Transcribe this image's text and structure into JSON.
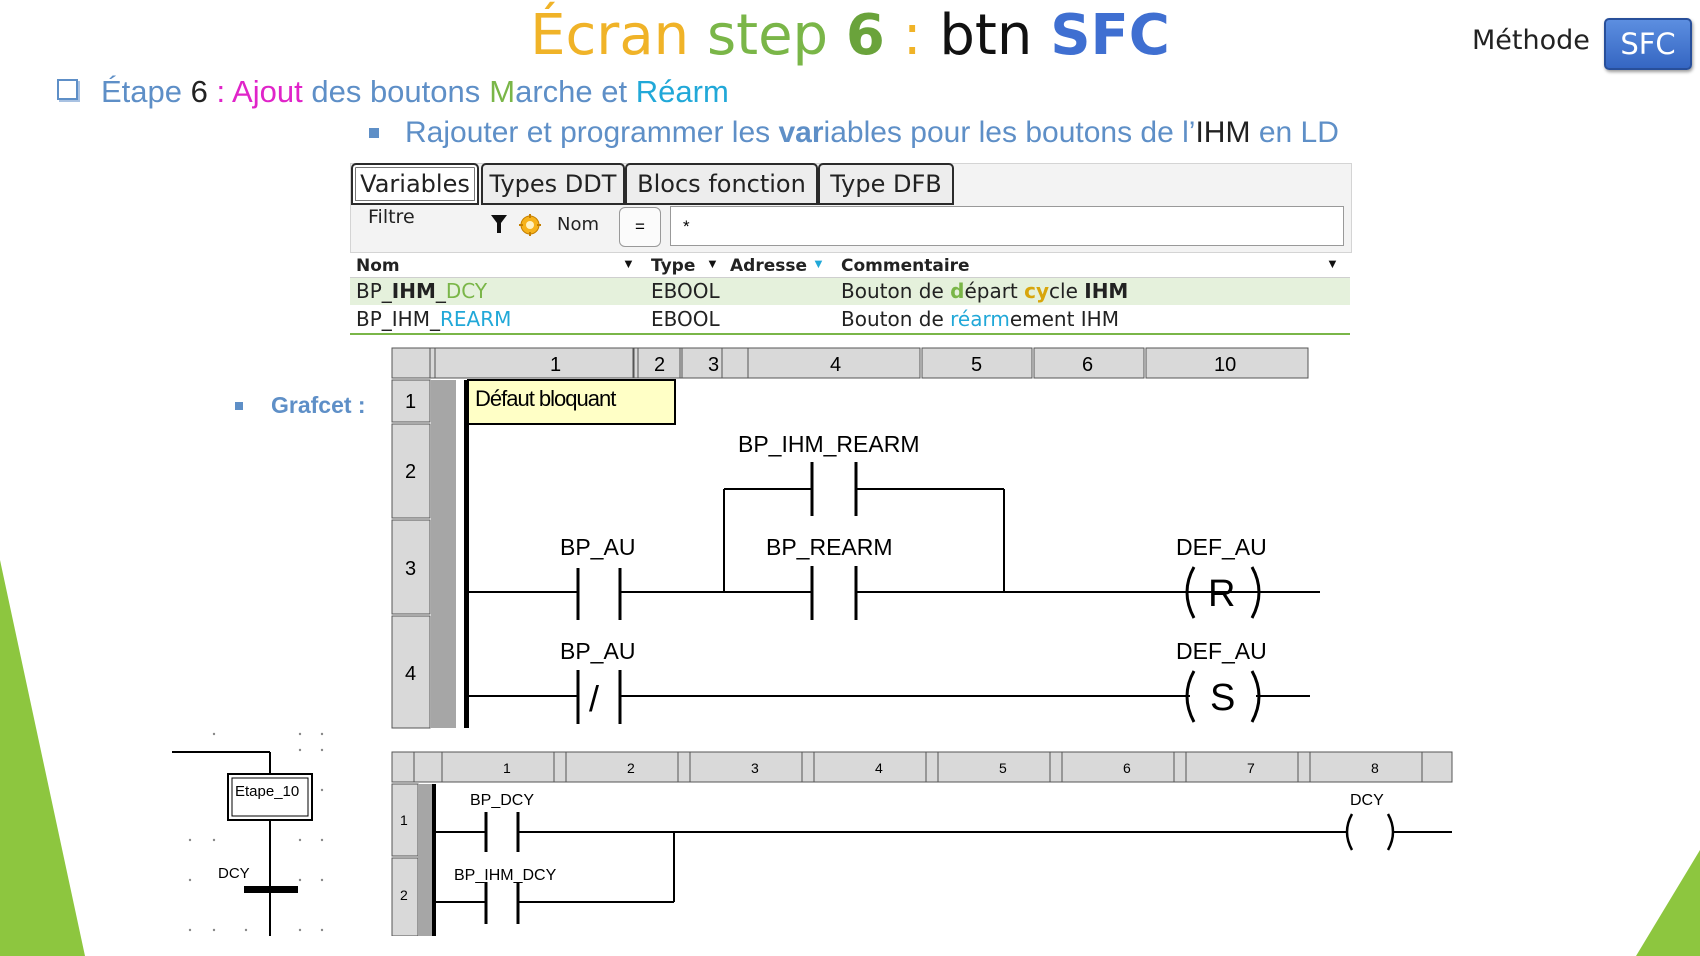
{
  "title": {
    "ecran": "Écran",
    "step": "step",
    "num": "6",
    "colon": ":",
    "btn": "btn",
    "sfc": "SFC"
  },
  "method": {
    "label": "Méthode",
    "button": "SFC"
  },
  "line1": {
    "etape": "Étape",
    "num": "6",
    "colon": ":",
    "ajout": "Ajout",
    "des_boutons": "des boutons",
    "m": "M",
    "arche": "arche",
    "et": "et",
    "rearm": "Réarm"
  },
  "line2": {
    "a": "Rajouter et programmer les",
    "var": "var",
    "b": "iables pour les boutons de l’",
    "ihm": "IHM",
    "c": "en LD"
  },
  "tabs": [
    "Variables",
    "Types DDT",
    "Blocs fonction",
    "Type DFB"
  ],
  "filter": {
    "label": "Filtre",
    "name_label": "Nom",
    "eq": "=",
    "value": "*"
  },
  "table": {
    "headers": {
      "nom": "Nom",
      "type": "Type",
      "adresse": "Adresse",
      "commentaire": "Commentaire"
    },
    "rows": [
      {
        "nom_a": "BP_",
        "nom_b": "IHM",
        "nom_c": "_",
        "nom_d": "DCY",
        "type": "EBOOL",
        "c1": "Bouton de ",
        "c2": "d",
        "c3": "épart ",
        "c4": "cy",
        "c5": "cle ",
        "c6": "IHM"
      },
      {
        "nom_a": "BP_IHM_",
        "nom_b": "REARM",
        "type": "EBOOL",
        "c1": "Bouton de ",
        "c2": "réarm",
        "c3": "ement IHM"
      }
    ]
  },
  "grafcet_label": "Grafcet :",
  "ladder1": {
    "columns": [
      "1",
      "2",
      "3",
      "4",
      "5",
      "6",
      "10"
    ],
    "rows": [
      "1",
      "2",
      "3",
      "4"
    ],
    "comment": "Défaut bloquant",
    "labels": {
      "ihm_rearm": "BP_IHM_REARM",
      "bp_au_1": "BP_AU",
      "bp_rearm": "BP_REARM",
      "def_au_r": "DEF_AU",
      "bp_au_2": "BP_AU",
      "def_au_s": "DEF_AU"
    },
    "coil_r": "R",
    "coil_s": "S",
    "nc_slash": "/"
  },
  "sfc": {
    "step": "Etape_10",
    "transition": "DCY"
  },
  "ladder2": {
    "columns": [
      "1",
      "2",
      "3",
      "4",
      "5",
      "6",
      "7",
      "8"
    ],
    "rows": [
      "1",
      "2"
    ],
    "labels": {
      "bp_dcy": "BP_DCY",
      "bp_ihm_dcy": "BP_IHM_DCY",
      "dcy": "DCY"
    }
  },
  "colors": {
    "orange": "#f0b328",
    "green": "#7ab648",
    "blue": "#3f6fd1",
    "pink": "#e024c9",
    "cyan": "#21a8d8",
    "bullet_blue": "#5e8fc7",
    "row_highlight": "#e5f1dc"
  }
}
